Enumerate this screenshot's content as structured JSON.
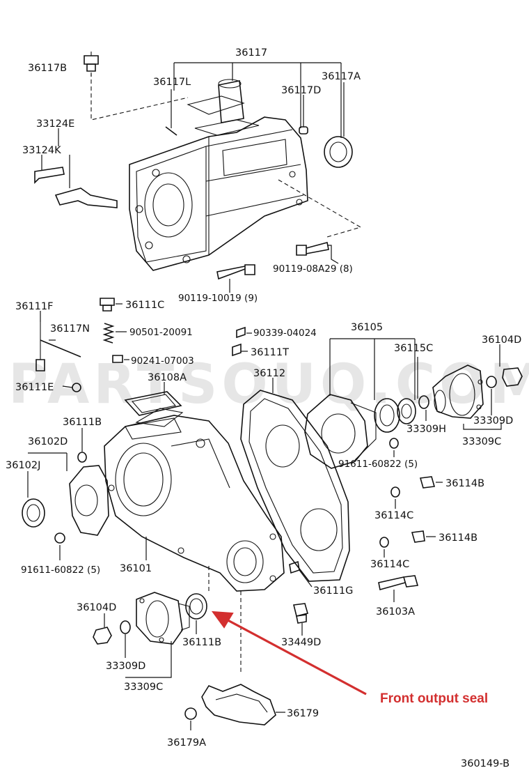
{
  "diagram_id": "360149-B",
  "watermark": "PARTSOUQ.COM",
  "annotation": {
    "text": "Front output seal",
    "color": "#d32f2f"
  },
  "labels": {
    "l36117": "36117",
    "l36117B": "36117B",
    "l36117L": "36117L",
    "l36117A": "36117A",
    "l36117D": "36117D",
    "l33124E": "33124E",
    "l33124K": "33124K",
    "l90119_08A29": "90119-08A29 (8)",
    "l90119_10019": "90119-10019 (9)",
    "l36111F": "36111F",
    "l36111C": "36111C",
    "l36117N": "36117N",
    "l90501": "90501-20091",
    "l90339": "90339-04024",
    "l36105": "36105",
    "l36104D_top": "36104D",
    "l90241": "90241-07003",
    "l36111T": "36111T",
    "l36115C": "36115C",
    "l36111E": "36111E",
    "l36108A": "36108A",
    "l36112": "36112",
    "l36111B_top": "36111B",
    "l36102D": "36102D",
    "l36102J": "36102J",
    "l33309H": "33309H",
    "l33309D_right": "33309D",
    "l33309C_right": "33309C",
    "l91611_right": "91611-60822 (5)",
    "l36114B_upper": "36114B",
    "l36114C_upper": "36114C",
    "l36114B_lower": "36114B",
    "l36114C_lower": "36114C",
    "l91611_left": "91611-60822 (5)",
    "l36101": "36101",
    "l36111G": "36111G",
    "l36103A": "36103A",
    "l36104D_bottom": "36104D",
    "l36111B_bottom": "36111B",
    "l33449D": "33449D",
    "l33309D_bottom": "33309D",
    "l33309C_bottom": "33309C",
    "l36179": "36179",
    "l36179A": "36179A"
  }
}
